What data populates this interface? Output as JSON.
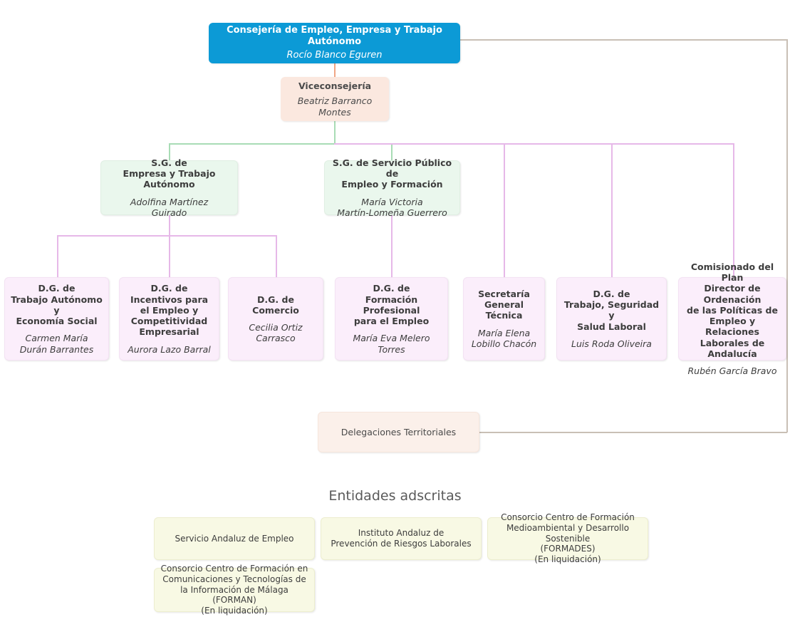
{
  "chart": {
    "type": "org-chart",
    "title": "Organigrama Consejería de Empleo, Empresa y Trabajo Autónomo"
  },
  "root": {
    "title": "Consejería de Empleo, Empresa y Trabajo Autónomo",
    "person": "Rocío Blanco Eguren",
    "color": "#0c9ad6"
  },
  "vice": {
    "title": "Viceconsejería",
    "person": "Beatriz Barranco Montes",
    "color": "#fbe8df"
  },
  "subdirectorates": [
    {
      "title": "S.G. de\nEmpresa y Trabajo Autónomo",
      "person": "Adolfina Martínez\nGuirado",
      "color": "#eaf7ed"
    },
    {
      "title": "S.G. de Servicio Público de\nEmpleo y Formación",
      "person": "María Victoria\nMartín-Lomeña Guerrero",
      "color": "#eaf7ed"
    }
  ],
  "directorates": [
    {
      "title": "D.G. de\nTrabajo Autónomo y\nEconomía Social",
      "person": "Carmen María\nDurán Barrantes",
      "color": "#fbeefb"
    },
    {
      "title": "D.G. de\nIncentivos para\nel Empleo y\nCompetitividad\nEmpresarial",
      "person": "Aurora Lazo Barral",
      "color": "#fbeefb"
    },
    {
      "title": "D.G. de\nComercio",
      "person": "Cecilia Ortiz\nCarrasco",
      "color": "#fbeefb"
    },
    {
      "title": "D.G. de\nFormación Profesional\npara el Empleo",
      "person": "María Eva Melero\nTorres",
      "color": "#fbeefb"
    },
    {
      "title": "Secretaría\nGeneral\nTécnica",
      "person": "María Elena\nLobillo Chacón",
      "color": "#fbeefb"
    },
    {
      "title": "D.G. de\nTrabajo, Seguridad y\nSalud Laboral",
      "person": "Luis Roda Oliveira",
      "color": "#fbeefb"
    },
    {
      "title": "Comisionado del Plan\nDirector de Ordenación\nde las Políticas de\nEmpleo y Relaciones\nLaborales de Andalucía",
      "person": "Rubén García Bravo",
      "color": "#fbeefb"
    }
  ],
  "territorial": {
    "title": "Delegaciones Territoriales",
    "color": "#fbf0ea"
  },
  "attached": {
    "heading": "Entidades adscritas",
    "entities": [
      {
        "title": "Servicio Andaluz de Empleo",
        "color": "#f8f9e4"
      },
      {
        "title": "Instituto Andaluz de\nPrevención de Riesgos Laborales",
        "color": "#f8f9e4"
      },
      {
        "title": "Consorcio Centro de Formación\nMedioambiental y Desarrollo Sostenible\n(FORMADES)\n(En liquidación)",
        "color": "#f8f9e4"
      },
      {
        "title": "Consorcio Centro de Formación en\nComunicaciones y Tecnologías de\nla Información de Málaga (FORMAN)\n(En liquidación)",
        "color": "#f8f9e4"
      }
    ]
  },
  "connectors": {
    "green": "#a8dcb5",
    "pink": "#e6b8e8",
    "orange": "#f0a584",
    "tan": "#c9bfb5"
  }
}
